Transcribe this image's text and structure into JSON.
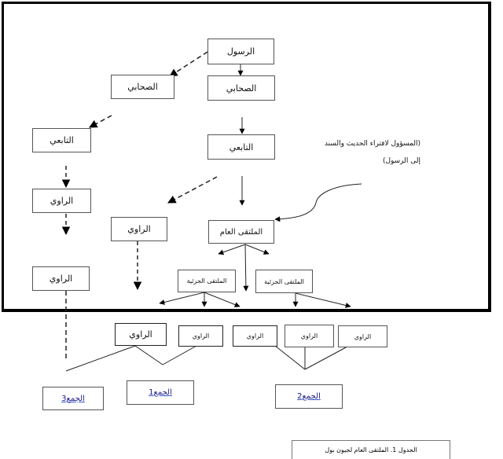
{
  "diagram": {
    "type": "isnad-transmission-flow",
    "nodes": {
      "prophet": "الرسول",
      "companion_main": "الصحابي",
      "companion_side": "الصحابي",
      "successor_main": "التابعي",
      "successor_side": "التابعي",
      "narrator_left_1": "الراوي",
      "narrator_mid": "الراوي",
      "narrator_left_2": "الراوي",
      "common_link": "الملتقى العام",
      "partial_link_1": "الملتقى الجزئية",
      "partial_link_2": "الملتقى الجزئية",
      "narrator_b1": "الراوي",
      "narrator_b2": "الراوي",
      "narrator_b3": "الراوي",
      "narrator_b4": "الراوي",
      "narrator_b5": "الراوي",
      "collection_3": "الجمع3",
      "collection_1": "الجمع1",
      "collection_2": "الجمع2"
    },
    "annotation": {
      "line1": "(المسؤول لافتراء الحديث والسند",
      "line2": "إلى الرسول)"
    },
    "caption": "الجدول 1. الملتقى العام لجيون بول"
  }
}
